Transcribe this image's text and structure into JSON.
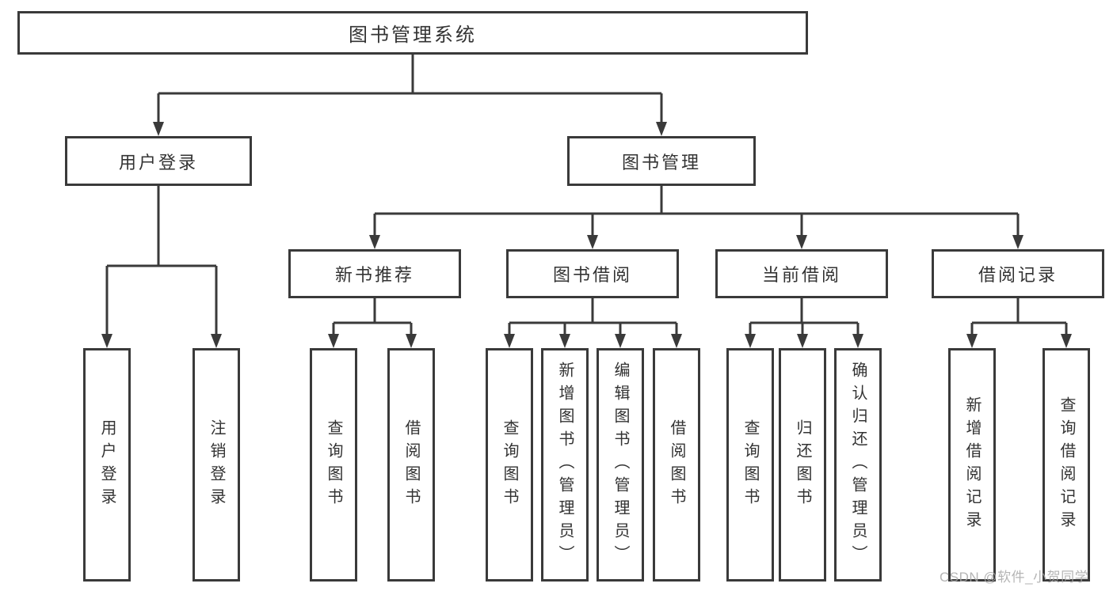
{
  "nodes": {
    "root": "图书管理系统",
    "user_login": "用户登录",
    "book_management": "图书管理",
    "new_book_recommend": "新书推荐",
    "book_borrowing": "图书借阅",
    "current_borrowing": "当前借阅",
    "borrowing_records": "借阅记录",
    "ul_user_login": "用户登录",
    "ul_logout_login": "注销登录",
    "nb_query_books": "查询图书",
    "nb_borrow_books": "借阅图书",
    "bb_query_books": "查询图书",
    "bb_add_books_admin": "新增图书（管理员）",
    "bb_edit_books_admin": "编辑图书（管理员）",
    "bb_borrow_books": "借阅图书",
    "cb_query_books": "查询图书",
    "cb_return_books": "归还图书",
    "cb_confirm_return_admin": "确认归还（管理员）",
    "br_add_record": "新增借阅记录",
    "br_query_record": "查询借阅记录"
  },
  "hierarchy": {
    "图书管理系统": {
      "用户登录": [
        "用户登录",
        "注销登录"
      ],
      "图书管理": {
        "新书推荐": [
          "查询图书",
          "借阅图书"
        ],
        "图书借阅": [
          "查询图书",
          "新增图书（管理员）",
          "编辑图书（管理员）",
          "借阅图书"
        ],
        "当前借阅": [
          "查询图书",
          "归还图书",
          "确认归还（管理员）"
        ],
        "借阅记录": [
          "新增借阅记录",
          "查询借阅记录"
        ]
      }
    }
  },
  "watermark": "CSDN @软件_小贺同学",
  "colors": {
    "line": "#3a3a3a",
    "text": "#333333",
    "background": "#ffffff",
    "watermark": "#a9a9a9"
  }
}
